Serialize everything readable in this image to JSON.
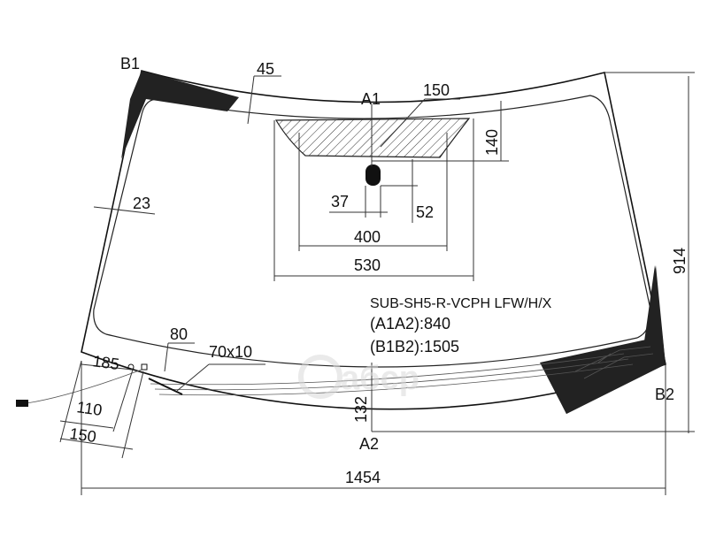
{
  "points": {
    "a1": "A1",
    "a2": "A2",
    "b1": "B1",
    "b2": "B2"
  },
  "dimensions": {
    "d45": "45",
    "d150_top": "150",
    "d140": "140",
    "d23": "23",
    "d37": "37",
    "d52": "52",
    "d400": "400",
    "d530": "530",
    "d914": "914",
    "d80": "80",
    "d70x10": "70x10",
    "d185": "185",
    "d110": "110",
    "d150_bottom": "150",
    "d132": "132",
    "d1454": "1454"
  },
  "info": {
    "code": "SUB-SH5-R-VCPH LFW/H/X",
    "a1a2": "(A1A2):840",
    "b1b2": "(B1B2):1505"
  },
  "watermark": {
    "brand": "aбcp"
  },
  "colors": {
    "ceramic": "#222222",
    "line": "#111111",
    "watermark": "#d9d9d9"
  }
}
